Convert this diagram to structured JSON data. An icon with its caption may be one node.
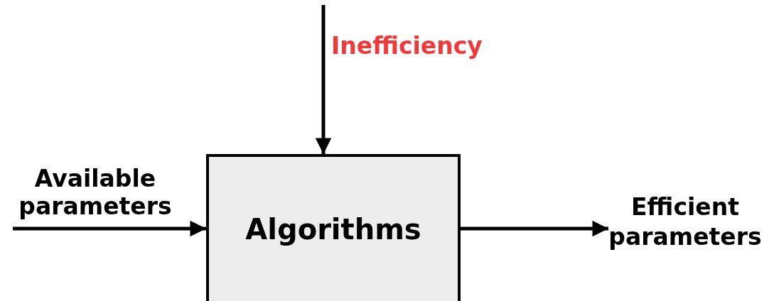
{
  "diagram": {
    "nodes": [
      {
        "text": [
          "Available parameters"
        ]
      },
      {
        "text": [
          "Algorithms"
        ]
      },
      {
        "text": [
          "Efficient parameters"
        ]
      }
    ],
    "edges": [
      {
        "from": 0,
        "to": 1,
        "arrow": "to"
      },
      {
        "from": 1,
        "to": 2,
        "arrow": "to"
      },
      {
        "from": null,
        "to": 1,
        "arrow": "to",
        "label": "Inefficiency"
      }
    ]
  }
}
